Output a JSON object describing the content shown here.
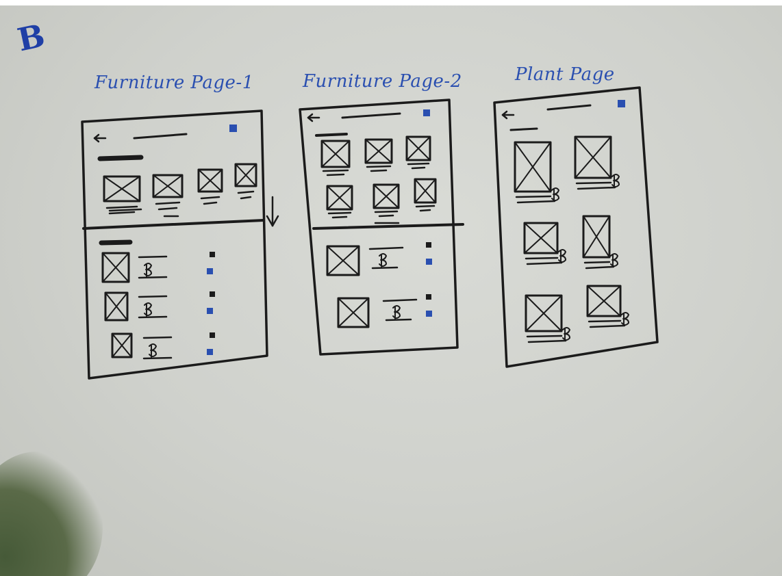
{
  "logo": "B",
  "sketches": [
    {
      "id": "furniture-1",
      "title": "Furniture Page-1"
    },
    {
      "id": "furniture-2",
      "title": "Furniture Page-2"
    },
    {
      "id": "plant",
      "title": "Plant Page"
    }
  ],
  "colors": {
    "ink": "#1b1b1b",
    "pen_blue": "#2a4fb0",
    "paper": "#d4d6d1"
  }
}
